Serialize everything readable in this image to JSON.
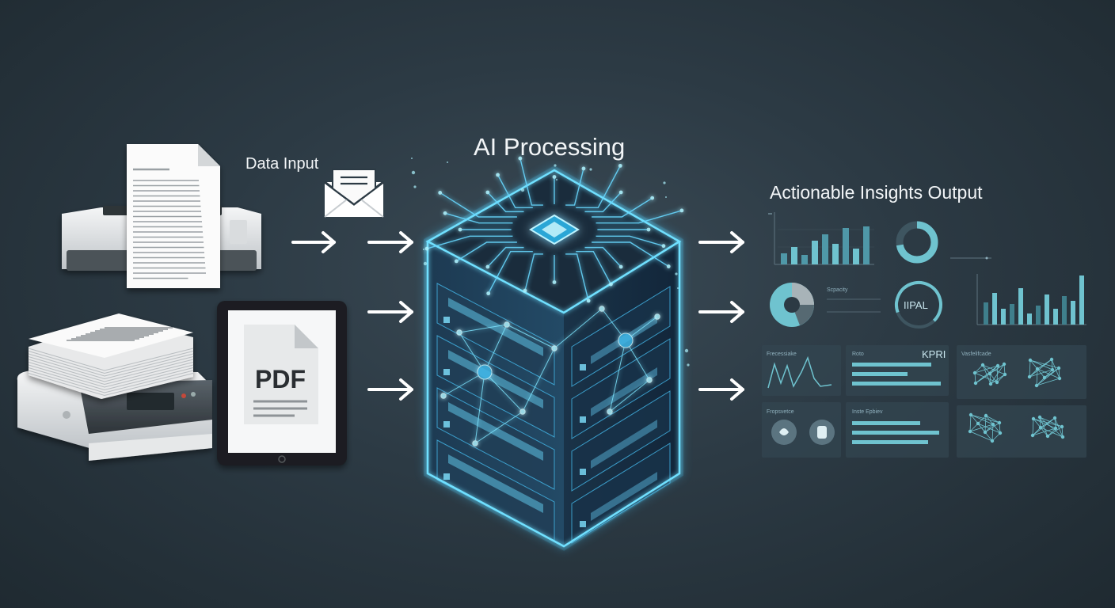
{
  "labels": {
    "data_input": "Data Input",
    "ai_processing": "AI Processing",
    "insights_output": "Actionable Insights Output"
  },
  "document": {
    "pdf_label": "PDF"
  },
  "dashboard": {
    "gauge_text": "IIPAL",
    "kpi_text": "KPRI"
  },
  "colors": {
    "background": "#2c3a44",
    "glow": "#3fc8ff",
    "chart_teal": "#6fc3cf",
    "arrow": "#ffffff"
  },
  "icons": [
    "printer-icon",
    "document-icon",
    "envelope-icon",
    "scanner-icon",
    "tablet-icon",
    "server-icon",
    "chip-icon",
    "arrow-icon"
  ]
}
